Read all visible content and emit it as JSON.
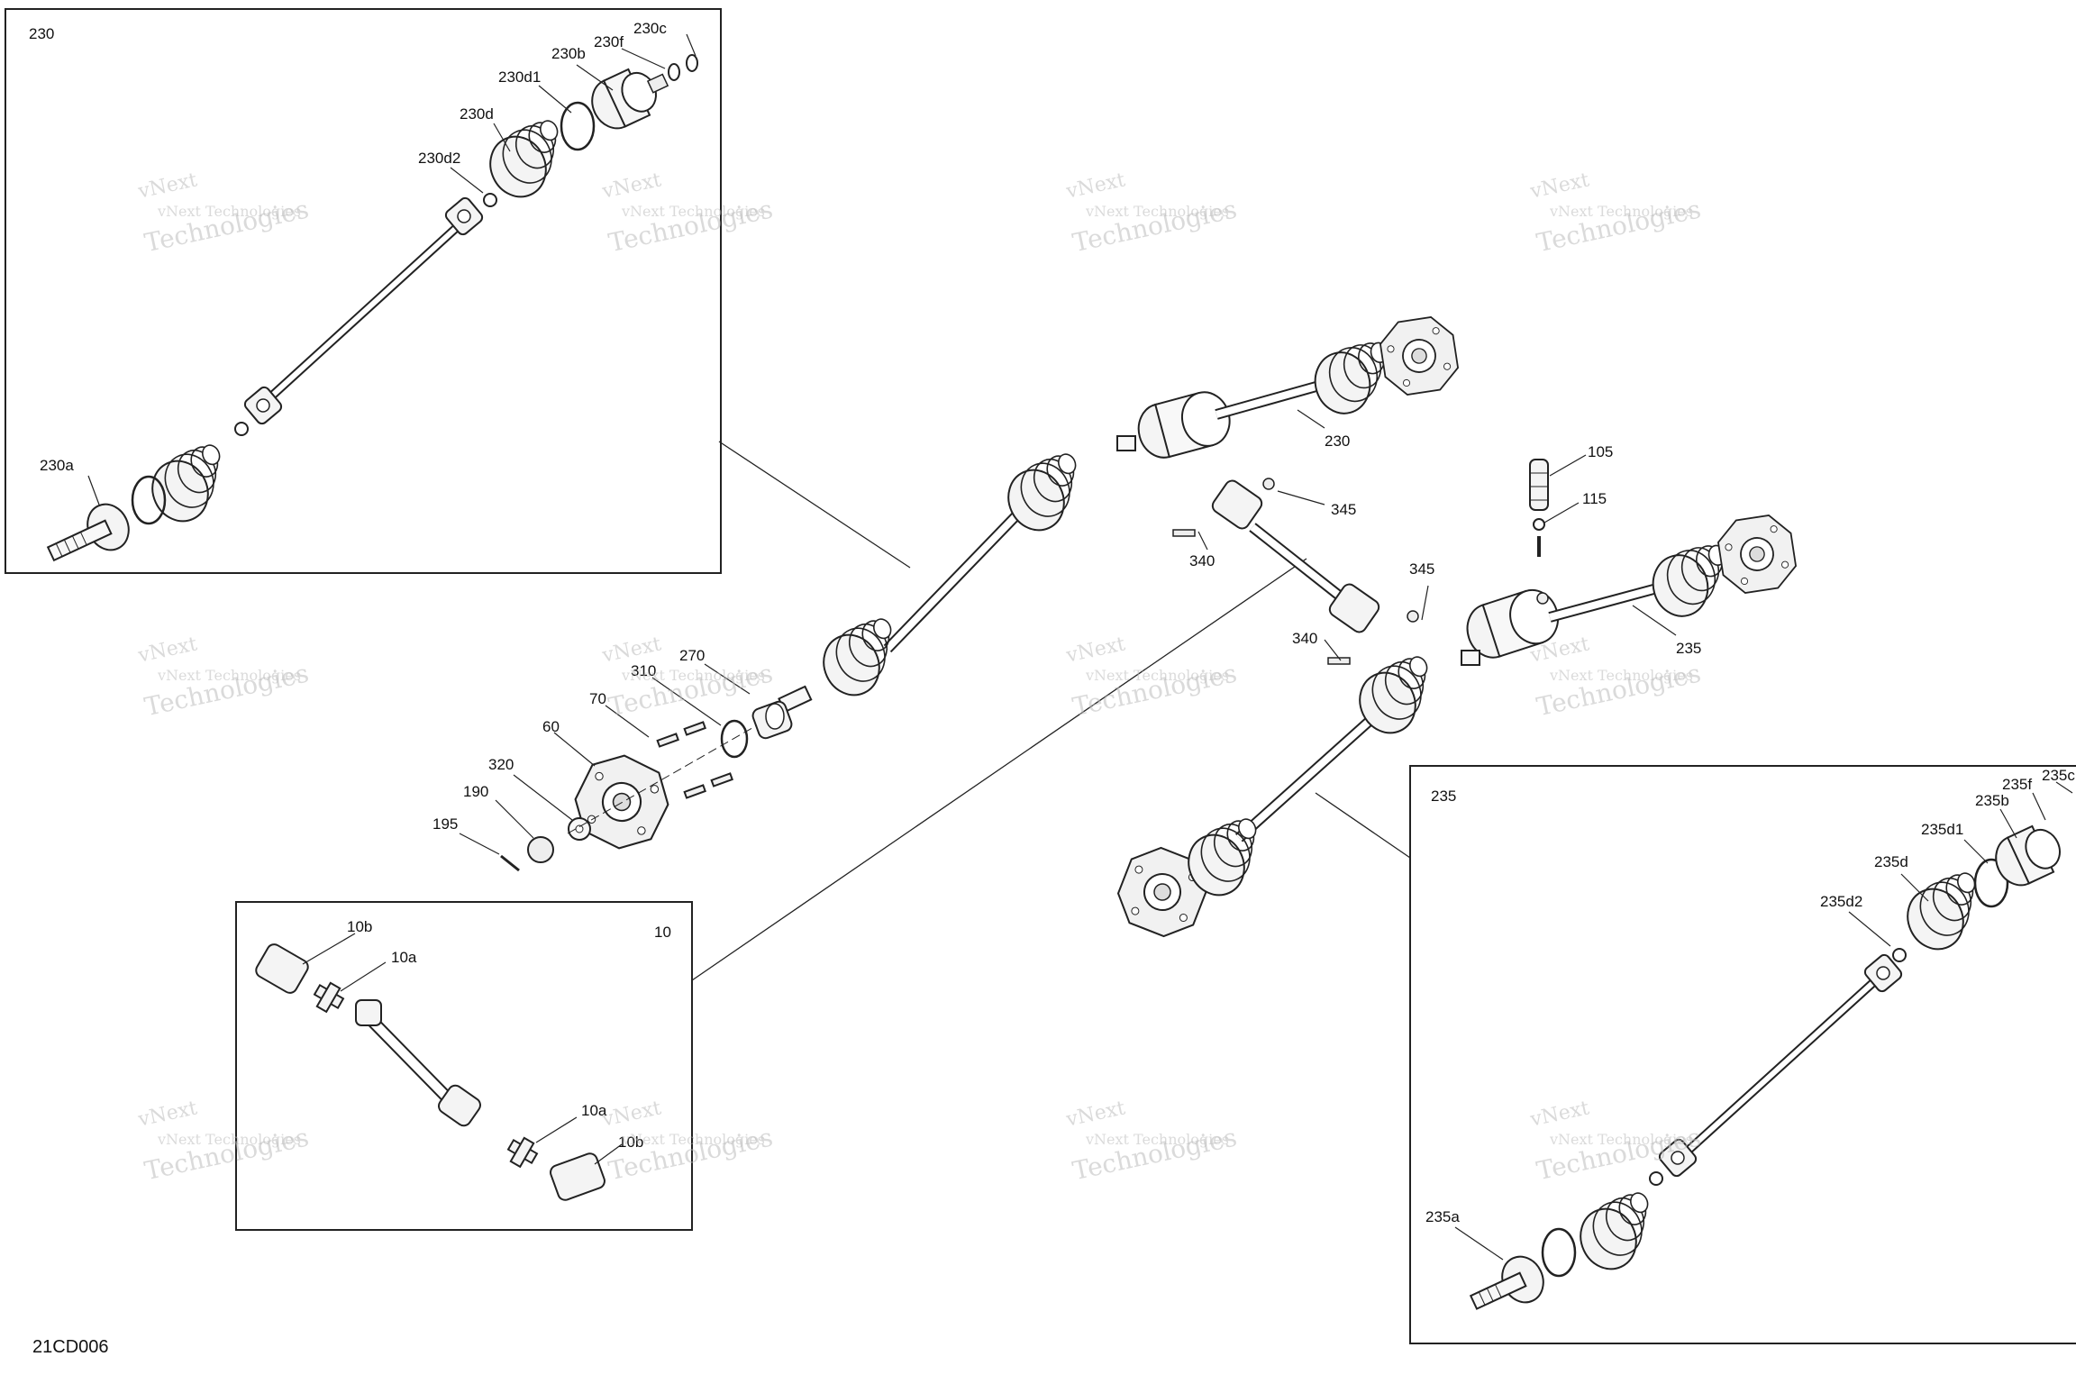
{
  "diagram_code": "21CD006",
  "watermark": {
    "line1": "vNext Technologies",
    "line2": "Technologies",
    "line3": "vNext"
  },
  "insets": {
    "inset_230": {
      "title": "230",
      "labels": [
        "230a",
        "230b",
        "230c",
        "230d",
        "230d1",
        "230d2",
        "230f"
      ]
    },
    "inset_10": {
      "title": "10",
      "labels": [
        "10a",
        "10a",
        "10b",
        "10b"
      ]
    },
    "inset_235": {
      "title": "235",
      "labels": [
        "235a",
        "235b",
        "235c",
        "235d",
        "235d1",
        "235d2",
        "235f"
      ]
    }
  },
  "callouts": [
    "60",
    "70",
    "105",
    "115",
    "190",
    "195",
    "230",
    "235",
    "270",
    "310",
    "320",
    "340",
    "340",
    "345",
    "345"
  ],
  "colors": {
    "line": "#222222",
    "watermark": "#bdbdbd",
    "shade": "#f1f1f1"
  }
}
